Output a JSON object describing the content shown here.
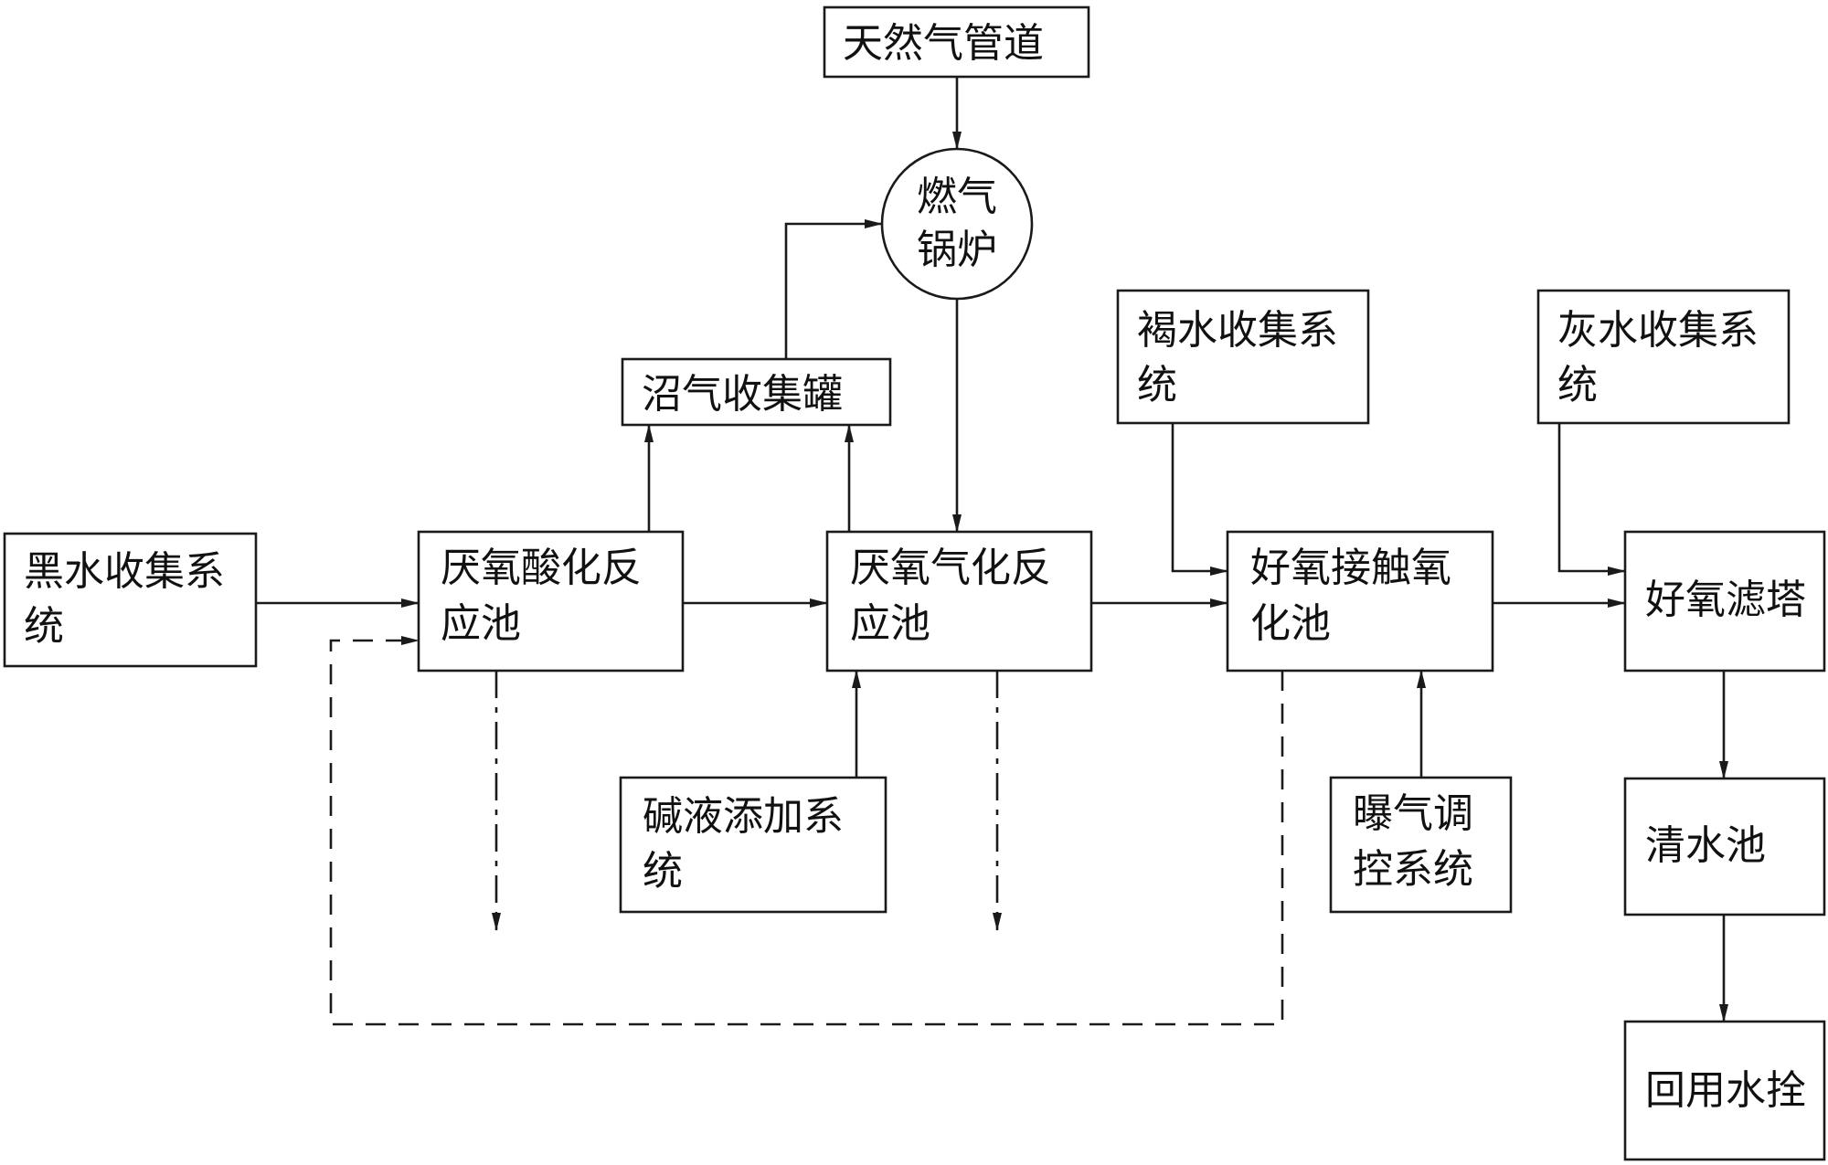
{
  "nodes": {
    "natural_gas_pipeline": {
      "line1": "天然气管道",
      "line2": ""
    },
    "gas_boiler": {
      "line1": "燃气",
      "line2": "锅炉"
    },
    "biogas_tank": {
      "line1": "沼气收集罐",
      "line2": ""
    },
    "blackwater_collection": {
      "line1": "黑水收集系",
      "line2": "统"
    },
    "anaerobic_acidification": {
      "line1": "厌氧酸化反",
      "line2": "应池"
    },
    "anaerobic_gasification": {
      "line1": "厌氧气化反",
      "line2": "应池"
    },
    "brownwater_collection": {
      "line1": "褐水收集系",
      "line2": "统"
    },
    "aerobic_contact_oxidation": {
      "line1": "好氧接触氧",
      "line2": "化池"
    },
    "greywater_collection": {
      "line1": "灰水收集系",
      "line2": "统"
    },
    "aerobic_filter_tower": {
      "line1": "好氧滤塔",
      "line2": ""
    },
    "alkali_dosing": {
      "line1": "碱液添加系",
      "line2": "统"
    },
    "aeration_control": {
      "line1": "曝气调",
      "line2": "控系统"
    },
    "clear_water_tank": {
      "line1": "清水池",
      "line2": ""
    },
    "reuse_hydrant": {
      "line1": "回用水拴",
      "line2": ""
    }
  }
}
